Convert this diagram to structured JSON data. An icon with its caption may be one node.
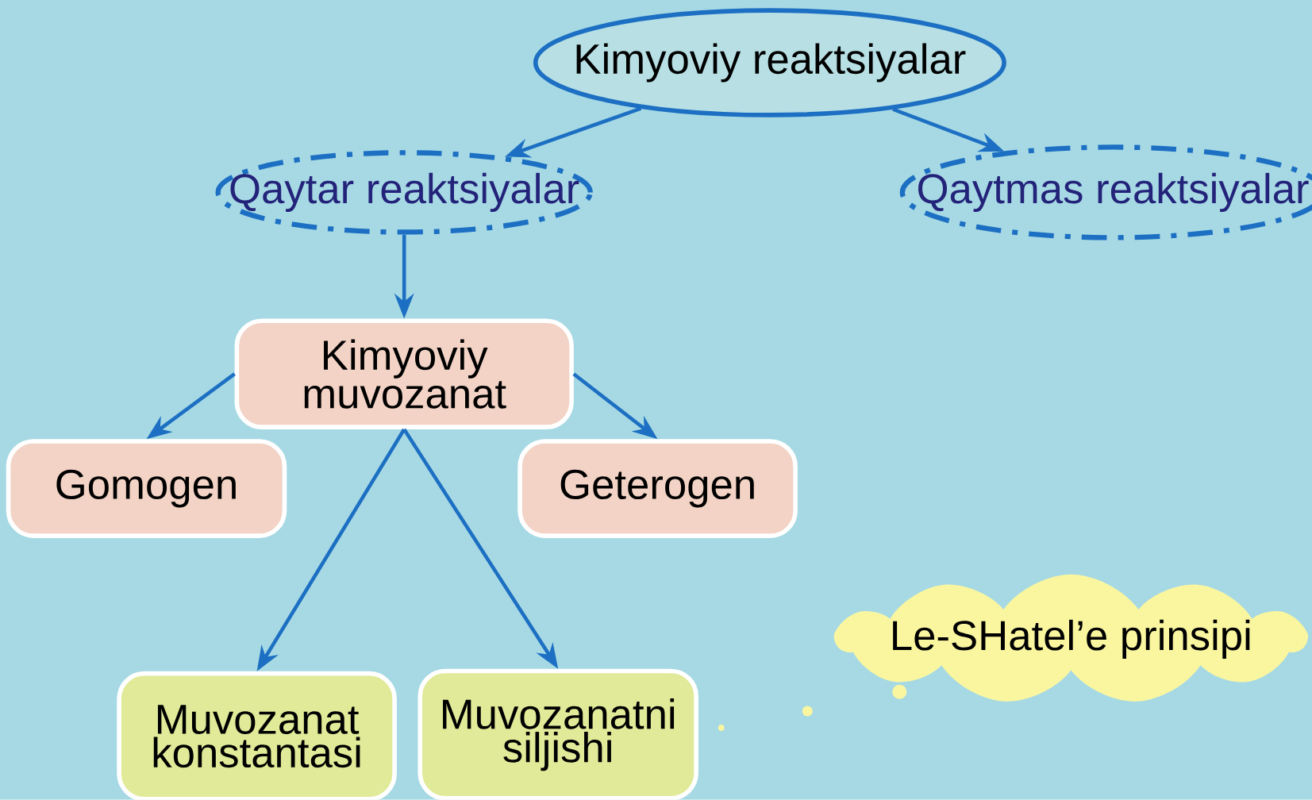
{
  "diagram": {
    "nodes": [
      {
        "text": [
          "Kimyoviy reaktsiyalar"
        ]
      },
      {
        "text": [
          "Qaytar reaktsiyalar"
        ]
      },
      {
        "text": [
          "Qaytmas reaktsiyalar"
        ]
      },
      {
        "text": [
          "Kimyoviy muvozanat"
        ]
      },
      {
        "text": [
          "Gomogen"
        ]
      },
      {
        "text": [
          "Geterogen"
        ]
      },
      {
        "text": [
          "Muvozanat konstantasi"
        ]
      },
      {
        "text": [
          "Muvozanatni siljishi"
        ]
      },
      {
        "text": [
          "Le-SHatel’e prinsipi"
        ]
      }
    ],
    "edges": [
      {
        "from": 0,
        "to": 1,
        "arrow": "to"
      },
      {
        "from": 0,
        "to": 2,
        "arrow": "to"
      },
      {
        "from": 1,
        "to": 3,
        "arrow": "to"
      },
      {
        "from": 3,
        "to": 4,
        "arrow": "to"
      },
      {
        "from": 3,
        "to": 5,
        "arrow": "to"
      },
      {
        "from": 3,
        "to": 6,
        "arrow": "to"
      },
      {
        "from": 3,
        "to": 7,
        "arrow": "to"
      }
    ]
  }
}
